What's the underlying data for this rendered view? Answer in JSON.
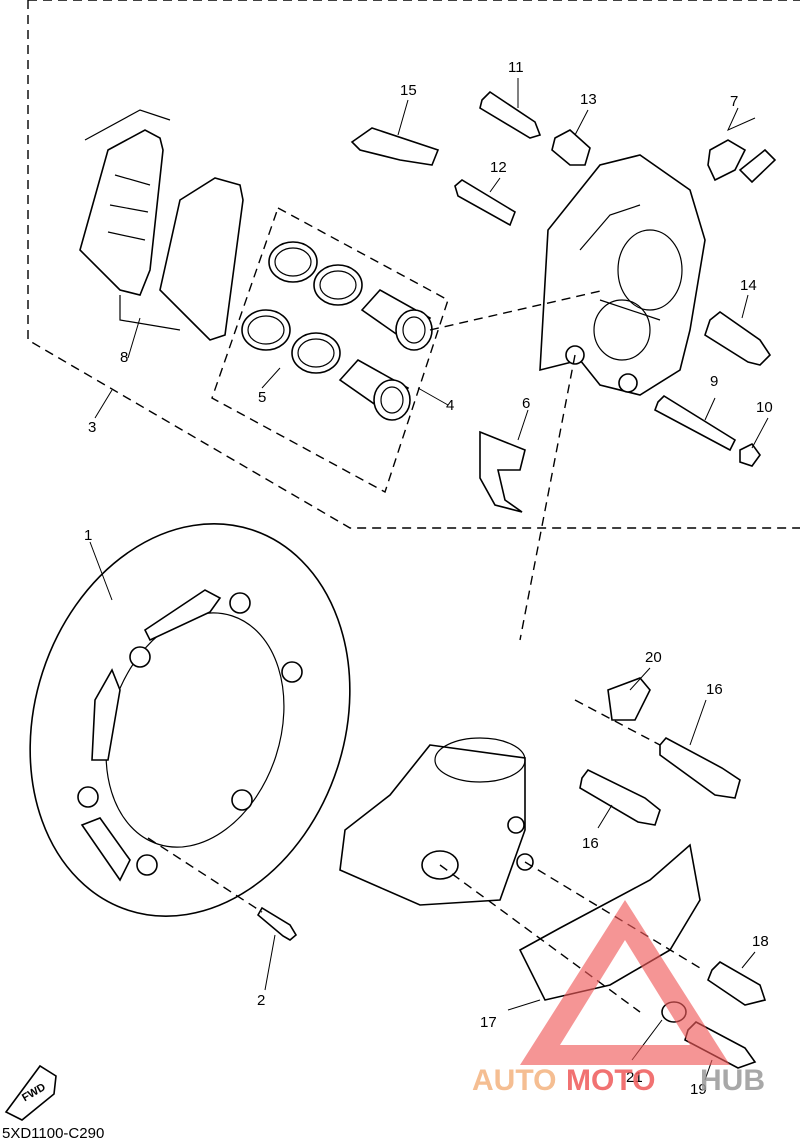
{
  "diagram_code": "5XD1100-C290",
  "fwd_label": "FWD",
  "watermark": {
    "auto": "AUTO",
    "moto": "MOTO",
    "hub": "HUB"
  },
  "colors": {
    "line": "#000000",
    "paper": "#ffffff",
    "watermark_orange": "#f4b37f",
    "watermark_red": "#ef5a5a",
    "watermark_grey": "#9a9a9a"
  },
  "callouts": {
    "c1": "1",
    "c2": "2",
    "c3": "3",
    "c4": "4",
    "c5": "5",
    "c6": "6",
    "c7": "7",
    "c8": "8",
    "c9": "9",
    "c10": "10",
    "c11": "11",
    "c12": "12",
    "c13": "13",
    "c14": "14",
    "c15": "15",
    "c16a": "16",
    "c16b": "16",
    "c17": "17",
    "c18": "18",
    "c19": "19",
    "c20": "20",
    "c21": "21"
  }
}
